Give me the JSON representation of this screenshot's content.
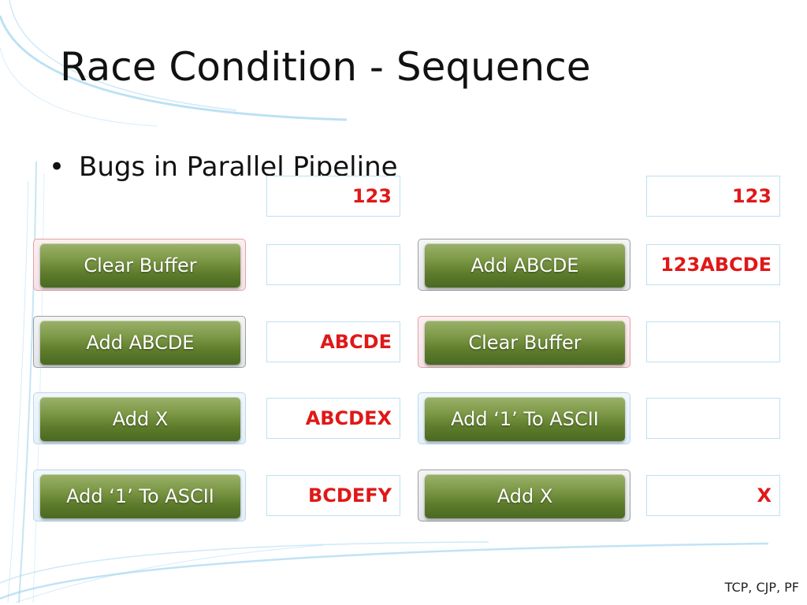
{
  "slide": {
    "title": "Race Condition - Sequence",
    "bullet": "Bugs in Parallel Pipeline",
    "footer": "TCP, CJP, PF"
  },
  "left_sequence": {
    "initial_buffer": "123",
    "steps": [
      {
        "action": "Clear Buffer",
        "buffer": ""
      },
      {
        "action": "Add ABCDE",
        "buffer": "ABCDE"
      },
      {
        "action": "Add X",
        "buffer": "ABCDEX"
      },
      {
        "action": "Add ‘1’ To ASCII",
        "buffer": "BCDEFY"
      }
    ]
  },
  "right_sequence": {
    "initial_buffer": "123",
    "steps": [
      {
        "action": "Add ABCDE",
        "buffer": "123ABCDE"
      },
      {
        "action": "Clear Buffer",
        "buffer": ""
      },
      {
        "action": "Add ‘1’ To ASCII",
        "buffer": ""
      },
      {
        "action": "Add X",
        "buffer": "X"
      }
    ]
  },
  "colors": {
    "button_green": "#5c7a2a",
    "value_red": "#e01818",
    "box_border": "#bfe0f0"
  }
}
